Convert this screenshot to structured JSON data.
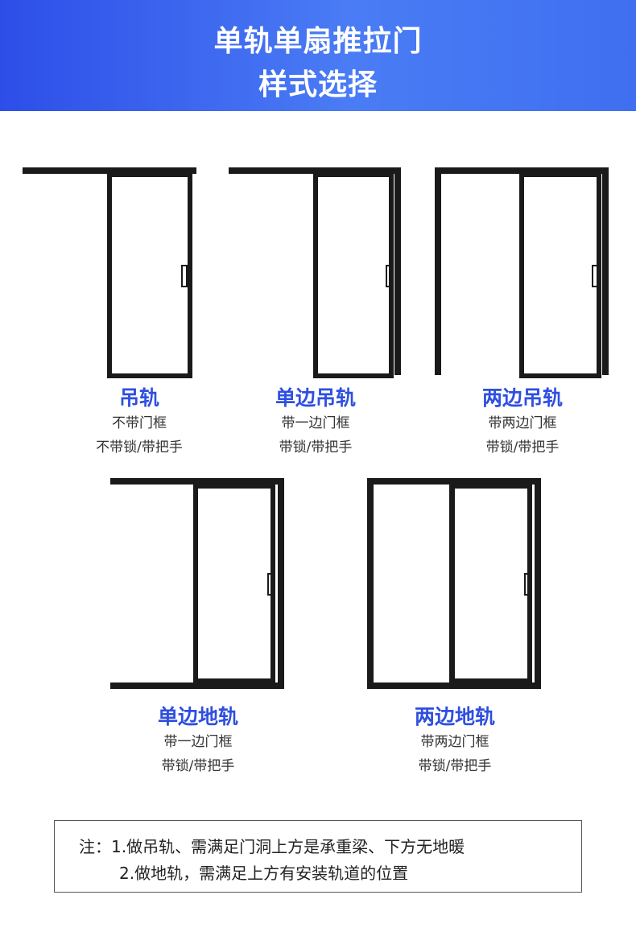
{
  "header": {
    "title_line1": "单轨单扇推拉门",
    "title_line2": "样式选择"
  },
  "options": [
    {
      "name": "吊轨",
      "line1": "不带门框",
      "line2": "不带锁/带把手"
    },
    {
      "name": "单边吊轨",
      "line1": "带一边门框",
      "line2": "带锁/带把手"
    },
    {
      "name": "两边吊轨",
      "line1": "带两边门框",
      "line2": "带锁/带把手"
    },
    {
      "name": "单边地轨",
      "line1": "带一边门框",
      "line2": "带锁/带把手"
    },
    {
      "name": "两边地轨",
      "line1": "带两边门框",
      "line2": "带锁/带把手"
    }
  ],
  "note": {
    "line1": "注：1.做吊轨、需满足门洞上方是承重梁、下方无地暖",
    "line2": "2.做地轨，需满足上方有安装轨道的位置"
  },
  "colors": {
    "header_gradient_start": "#2d4ee8",
    "header_gradient_end": "#3f6ff0",
    "option_name": "#2f4fe0",
    "frame": "#1a1a1a"
  }
}
